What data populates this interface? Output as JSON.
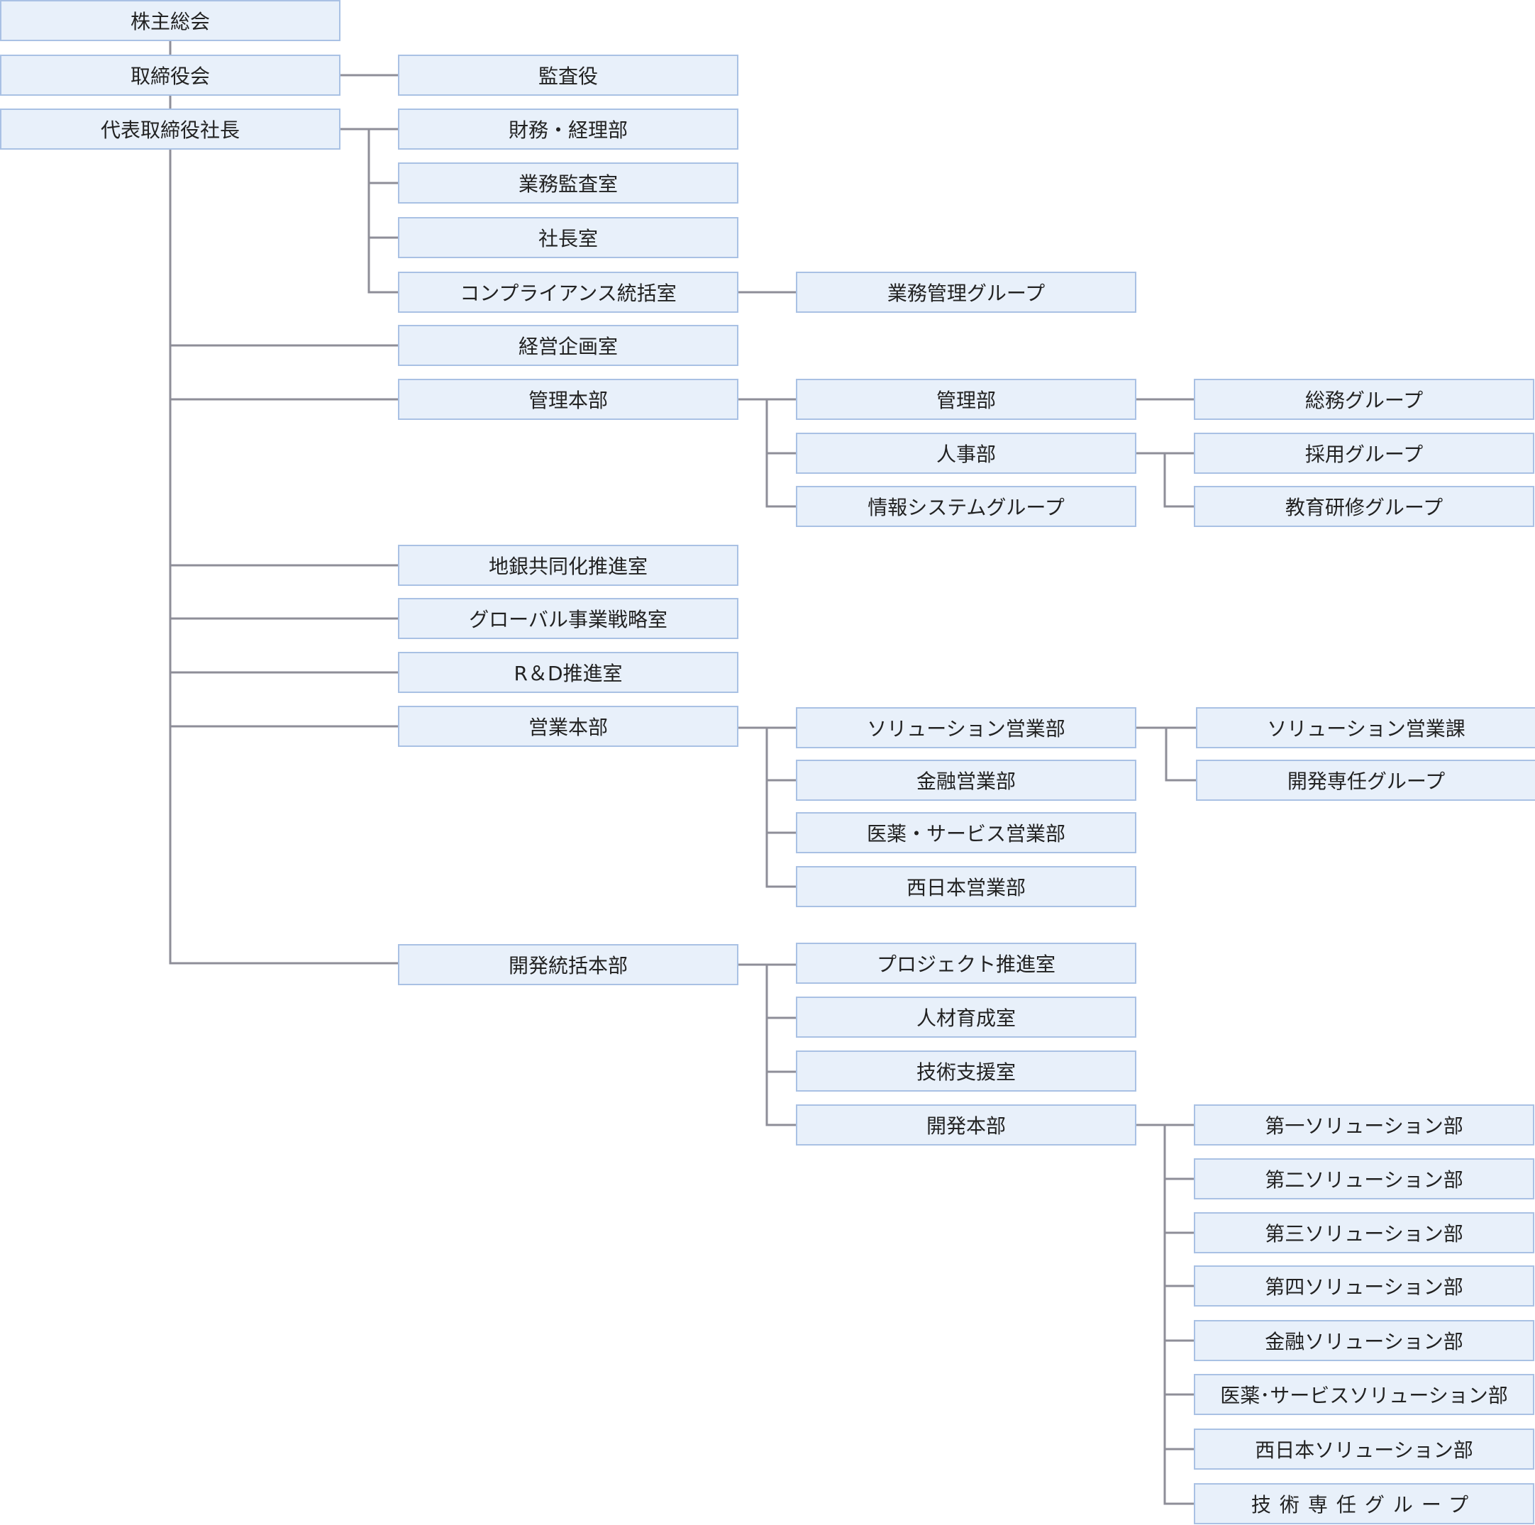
{
  "diagram_type": "organization-chart",
  "nodes": {
    "shareholders_meeting": "株主総会",
    "board_of_directors": "取締役会",
    "president": "代表取締役社長",
    "auditor": "監査役",
    "finance_accounting": "財務・経理部",
    "internal_audit": "業務監査室",
    "presidents_office": "社長室",
    "compliance_office": "コンプライアンス統括室",
    "business_management_group": "業務管理グループ",
    "corporate_planning": "経営企画室",
    "administration_hq": "管理本部",
    "administration_dept": "管理部",
    "general_affairs_group": "総務グループ",
    "hr_dept": "人事部",
    "recruitment_group": "採用グループ",
    "training_group": "教育研修グループ",
    "info_systems_group": "情報システムグループ",
    "regional_bank_office": "地銀共同化推進室",
    "global_strategy_office": "グローバル事業戦略室",
    "rd_office": "R＆D推進室",
    "sales_hq": "営業本部",
    "solution_sales_dept": "ソリューション営業部",
    "solution_sales_section": "ソリューション営業課",
    "dev_dedicated_group": "開発専任グループ",
    "finance_sales_dept": "金融営業部",
    "pharma_service_sales_dept": "医薬・サービス営業部",
    "west_japan_sales_dept": "西日本営業部",
    "dev_integration_hq": "開発統括本部",
    "project_promotion_office": "プロジェクト推進室",
    "talent_development_office": "人材育成室",
    "tech_support_office": "技術支援室",
    "development_hq": "開発本部",
    "solution_dept_1": "第一ソリューション部",
    "solution_dept_2": "第二ソリューション部",
    "solution_dept_3": "第三ソリューション部",
    "solution_dept_4": "第四ソリューション部",
    "finance_solution_dept": "金融ソリューション部",
    "pharma_service_solution_dept": "医薬･サービスソリューション部",
    "west_japan_solution_dept": "西日本ソリューション部",
    "tech_dedicated_group": "技術専任グループ"
  },
  "colors": {
    "box_fill": "#e8f0fa",
    "box_border": "#a9c1e4",
    "connector": "#8e8e98",
    "text": "#222222"
  }
}
